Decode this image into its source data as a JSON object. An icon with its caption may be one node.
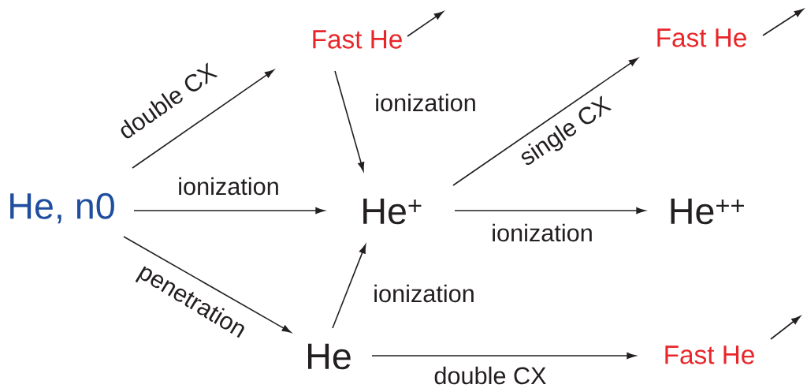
{
  "diagram": {
    "nodes": [
      {
        "text": [
          "He, n0"
        ]
      },
      {
        "text": [
          "Fast He"
        ]
      },
      {
        "text": [
          "He$^{+}$"
        ]
      },
      {
        "text": [
          "Fast He"
        ]
      },
      {
        "text": [
          "He$^{++}$"
        ]
      },
      {
        "text": [
          "He"
        ]
      },
      {
        "text": [
          "Fast He"
        ]
      }
    ],
    "edges": [
      {
        "from": 0,
        "to": 1,
        "arrow": "to",
        "label": "double CX"
      },
      {
        "from": 1,
        "to": 2,
        "arrow": "to",
        "label": "ionization"
      },
      {
        "from": 0,
        "to": 2,
        "arrow": "to",
        "label": "ionization"
      },
      {
        "from": 2,
        "to": 3,
        "arrow": "to",
        "label": "single CX"
      },
      {
        "from": 2,
        "to": 4,
        "arrow": "to",
        "label": "ionization"
      },
      {
        "from": 0,
        "to": 5,
        "arrow": "to",
        "label": "penetration"
      },
      {
        "from": 5,
        "to": 2,
        "arrow": "to",
        "label": "ionization"
      },
      {
        "from": 5,
        "to": 6,
        "arrow": "to",
        "label": "double CX"
      },
      {
        "from": 1,
        "to": null,
        "arrow": "to"
      },
      {
        "from": 3,
        "to": null,
        "arrow": "to"
      },
      {
        "from": 6,
        "to": null,
        "arrow": "to"
      }
    ]
  }
}
